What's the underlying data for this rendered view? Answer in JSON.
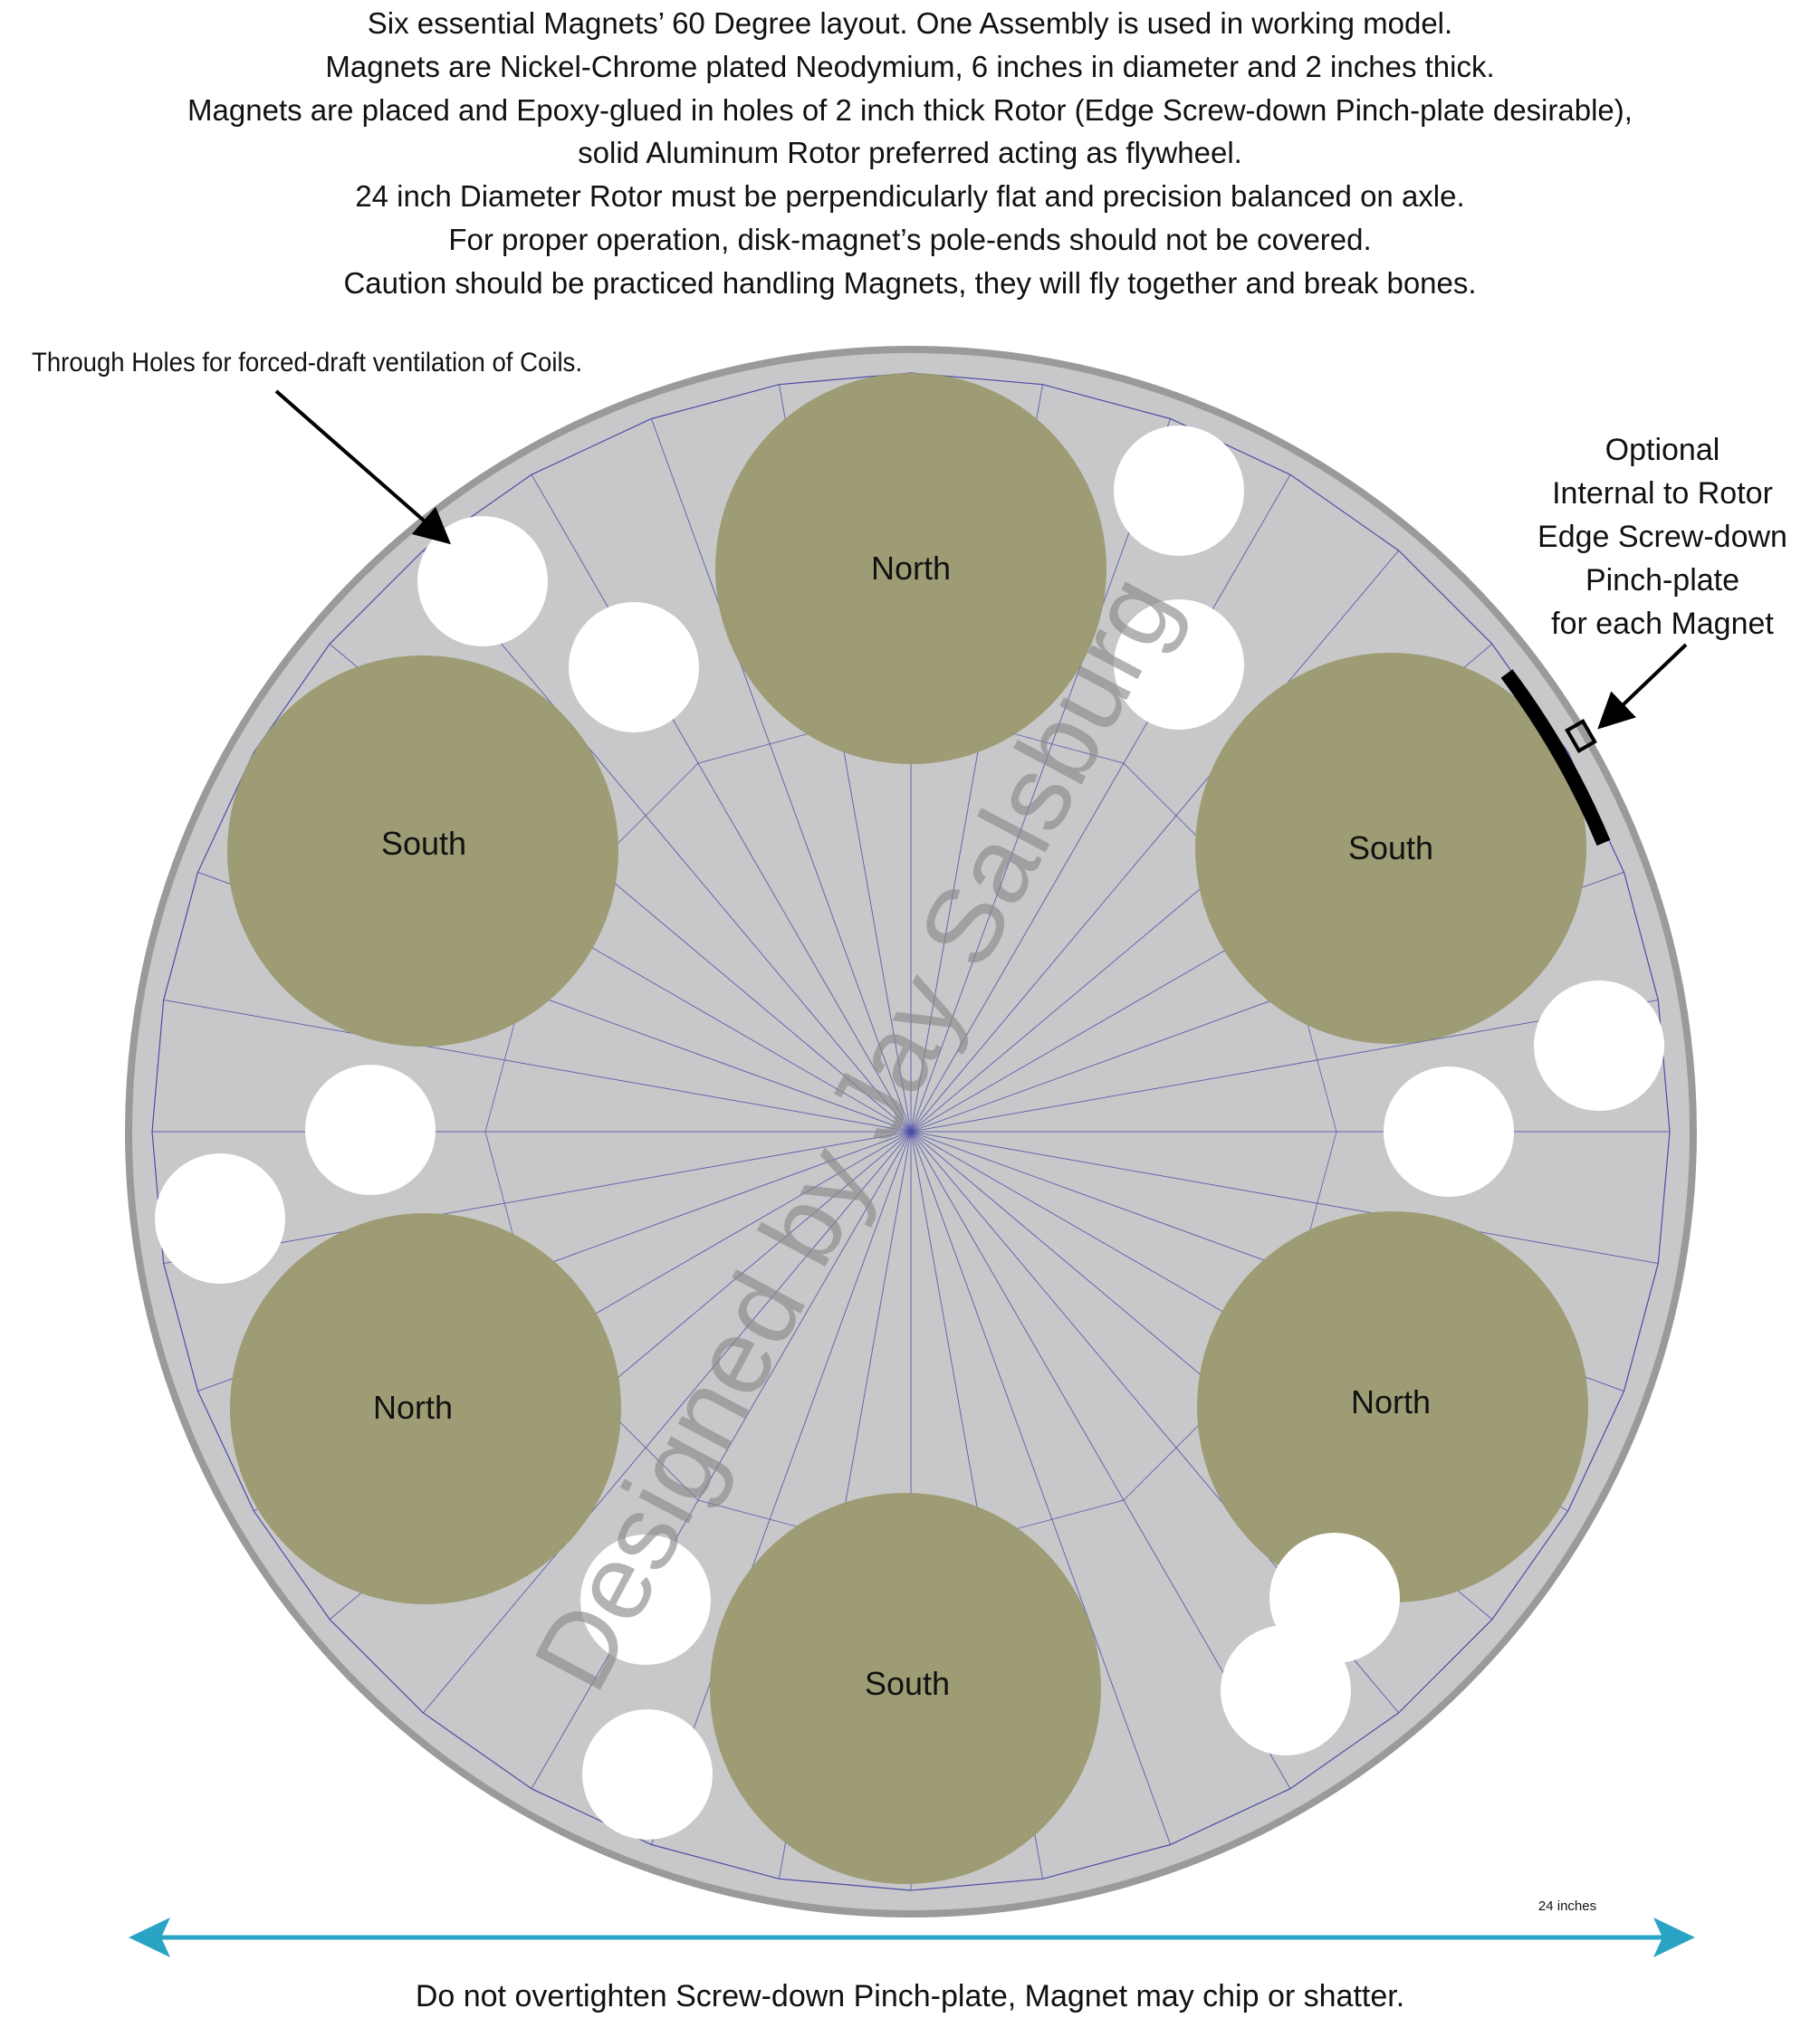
{
  "header": {
    "lines": [
      "Six essential Magnets’ 60 Degree layout. One Assembly is used in working model.",
      "Magnets are Nickel-Chrome plated Neodymium, 6 inches in diameter and 2 inches thick.",
      "Magnets are placed and Epoxy-glued in holes of 2 inch thick Rotor (Edge Screw-down Pinch-plate desirable),",
      "solid Aluminum Rotor preferred acting as flywheel.",
      "24 inch Diameter Rotor must be perpendicularly flat and precision balanced on axle.",
      "For proper operation, disk-magnet’s pole-ends should not be covered.",
      "Caution should be practiced handling Magnets, they will fly together and break bones."
    ]
  },
  "annotations": {
    "vent_holes": "Through Holes for forced-draft ventilation of Coils.",
    "pinch_plate": [
      "Optional",
      "Internal to Rotor",
      "Edge Screw-down",
      "Pinch-plate",
      "for each Magnet"
    ]
  },
  "magnets": [
    {
      "label": "North"
    },
    {
      "label": "South"
    },
    {
      "label": "North"
    },
    {
      "label": "South"
    },
    {
      "label": "North"
    },
    {
      "label": "South"
    }
  ],
  "watermark": "Designed by Jay Salsburg",
  "dimension": {
    "label": "24 inches"
  },
  "footer": "Do not overtighten Screw-down Pinch-plate, Magnet may chip or shatter.",
  "colors": {
    "rotor_fill": "#c8c8ca",
    "rotor_rim": "#9a9a9a",
    "magnet_fill": "#9b9a71",
    "hole_fill": "#ffffff",
    "line_blue": "#4c4ca6",
    "dimension_arrow": "#2aa4c4",
    "watermark": "#8a8a8a",
    "plate": "#000000"
  }
}
